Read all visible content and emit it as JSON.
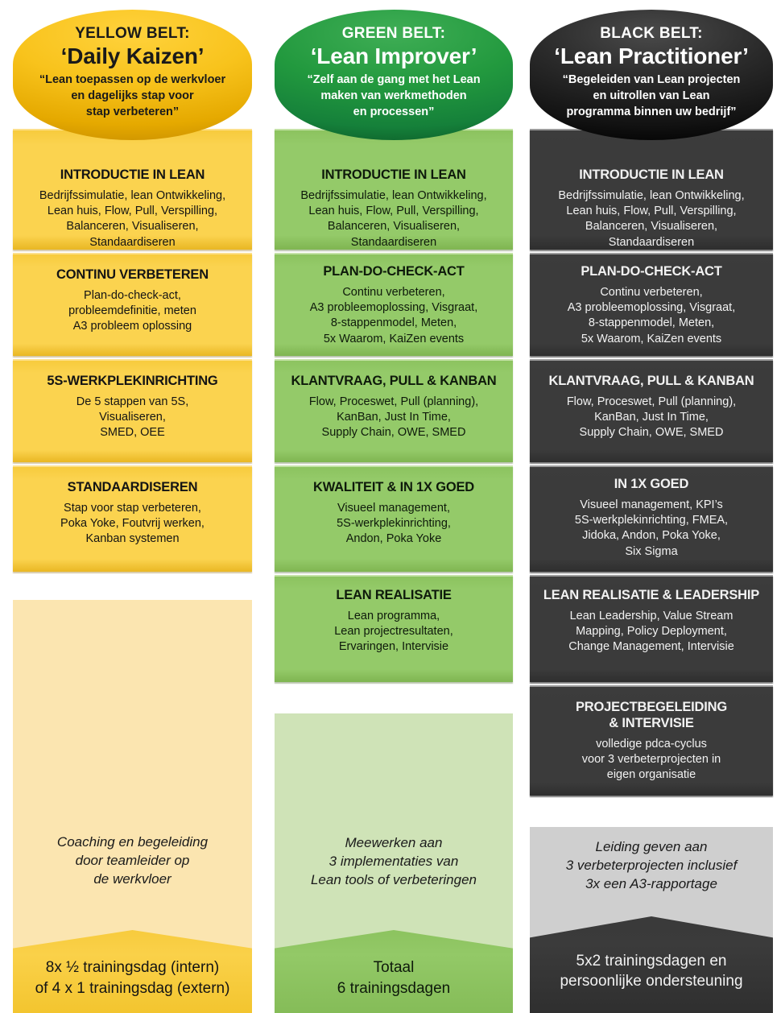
{
  "columns": [
    {
      "id": "yellow",
      "belt": "YELLOW BELT:",
      "name": "‘Daily Kaizen’",
      "tagline_lines": [
        "“Lean toepassen op de werkvloer",
        "en dagelijks stap voor",
        "stap verbeteren”"
      ],
      "accent": "#f8c31c",
      "tail_bg": "#fbe5b0",
      "blocks": [
        {
          "title": "INTRODUCTIE IN LEAN",
          "lines": [
            "Bedrijfssimulatie, lean Ontwikkeling,",
            "Lean huis, Flow, Pull, Verspilling,",
            "Balanceren, Visualiseren,",
            "Standaardiseren"
          ]
        },
        {
          "title": "CONTINU VERBETEREN",
          "lines": [
            "Plan-do-check-act,",
            "probleemdefinitie, meten",
            "A3 probleem oplossing"
          ]
        },
        {
          "title": "5S-WERKPLEKINRICHTING",
          "lines": [
            "De 5 stappen van 5S,",
            "Visualiseren,",
            "SMED, OEE"
          ]
        },
        {
          "title": "STANDAARDISEREN",
          "lines": [
            "Stap voor stap verbeteren,",
            "Poka Yoke, Foutvrij werken,",
            "Kanban systemen"
          ]
        }
      ],
      "tail_lines": [
        "Coaching en begeleiding",
        "door teamleider op",
        "de werkvloer"
      ],
      "banner_lines": [
        "8x ½ trainingsdag (intern)",
        "of 4 x 1 trainingsdag (extern)"
      ]
    },
    {
      "id": "green",
      "belt": "GREEN BELT:",
      "name": "‘Lean Improver’",
      "tagline_lines": [
        "“Zelf aan de gang met het Lean",
        "maken van werkmethoden",
        "en processen”"
      ],
      "accent": "#22993e",
      "tail_bg": "#cfe3b7",
      "blocks": [
        {
          "title": "INTRODUCTIE IN LEAN",
          "lines": [
            "Bedrijfssimulatie, lean Ontwikkeling,",
            "Lean huis, Flow, Pull, Verspilling,",
            "Balanceren, Visualiseren,",
            "Standaardiseren"
          ]
        },
        {
          "title": "PLAN-DO-CHECK-ACT",
          "lines": [
            "Continu verbeteren,",
            "A3 probleemoplossing, Visgraat,",
            "8-stappenmodel, Meten,",
            "5x Waarom, KaiZen events"
          ]
        },
        {
          "title": "KLANTVRAAG, PULL & KANBAN",
          "lines": [
            "Flow, Proceswet, Pull (planning),",
            "KanBan, Just In Time,",
            "Supply Chain, OWE, SMED"
          ]
        },
        {
          "title": "KWALITEIT & IN 1X GOED",
          "lines": [
            "Visueel management,",
            "5S-werkplekinrichting,",
            "Andon, Poka Yoke"
          ]
        },
        {
          "title": "LEAN REALISATIE",
          "lines": [
            "Lean programma,",
            "Lean projectresultaten,",
            "Ervaringen, Intervisie"
          ]
        }
      ],
      "tail_lines": [
        "Meewerken aan",
        "3 implementaties van",
        "Lean tools of verbeteringen"
      ],
      "banner_lines": [
        "Totaal",
        "6 trainingsdagen"
      ]
    },
    {
      "id": "black",
      "belt": "BLACK BELT:",
      "name": "‘Lean Practitioner’",
      "tagline_lines": [
        "“Begeleiden van Lean projecten",
        "en uitrollen van Lean",
        "programma binnen uw bedrijf”"
      ],
      "accent": "#2a2a2a",
      "tail_bg": "#cfcfcf",
      "blocks": [
        {
          "title": "INTRODUCTIE IN LEAN",
          "lines": [
            "Bedrijfssimulatie, lean Ontwikkeling,",
            "Lean huis, Flow, Pull, Verspilling,",
            "Balanceren, Visualiseren,",
            "Standaardiseren"
          ]
        },
        {
          "title": "PLAN-DO-CHECK-ACT",
          "lines": [
            "Continu verbeteren,",
            "A3 probleemoplossing, Visgraat,",
            "8-stappenmodel, Meten,",
            "5x Waarom, KaiZen events"
          ]
        },
        {
          "title": "KLANTVRAAG, PULL & KANBAN",
          "lines": [
            "Flow, Proceswet, Pull (planning),",
            "KanBan, Just In Time,",
            "Supply Chain, OWE, SMED"
          ]
        },
        {
          "title": "IN 1X GOED",
          "lines": [
            "Visueel management, KPI’s",
            "5S-werkplekinrichting, FMEA,",
            "Jidoka, Andon, Poka Yoke,",
            "Six Sigma"
          ]
        },
        {
          "title": "LEAN REALISATIE & LEADERSHIP",
          "lines": [
            "Lean Leadership, Value Stream",
            "Mapping, Policy Deployment,",
            "Change Management, Intervisie"
          ]
        },
        {
          "title": "PROJECTBEGELEIDING\n& INTERVISIE",
          "lines": [
            "volledige pdca-cyclus",
            "voor 3 verbeterprojecten in",
            "eigen organisatie"
          ]
        }
      ],
      "tail_lines": [
        "Leiding geven aan",
        "3 verbeterprojecten inclusief",
        "3x een A3-rapportage"
      ],
      "banner_lines": [
        "5x2 trainingsdagen  en",
        "persoonlijke ondersteuning"
      ]
    }
  ]
}
